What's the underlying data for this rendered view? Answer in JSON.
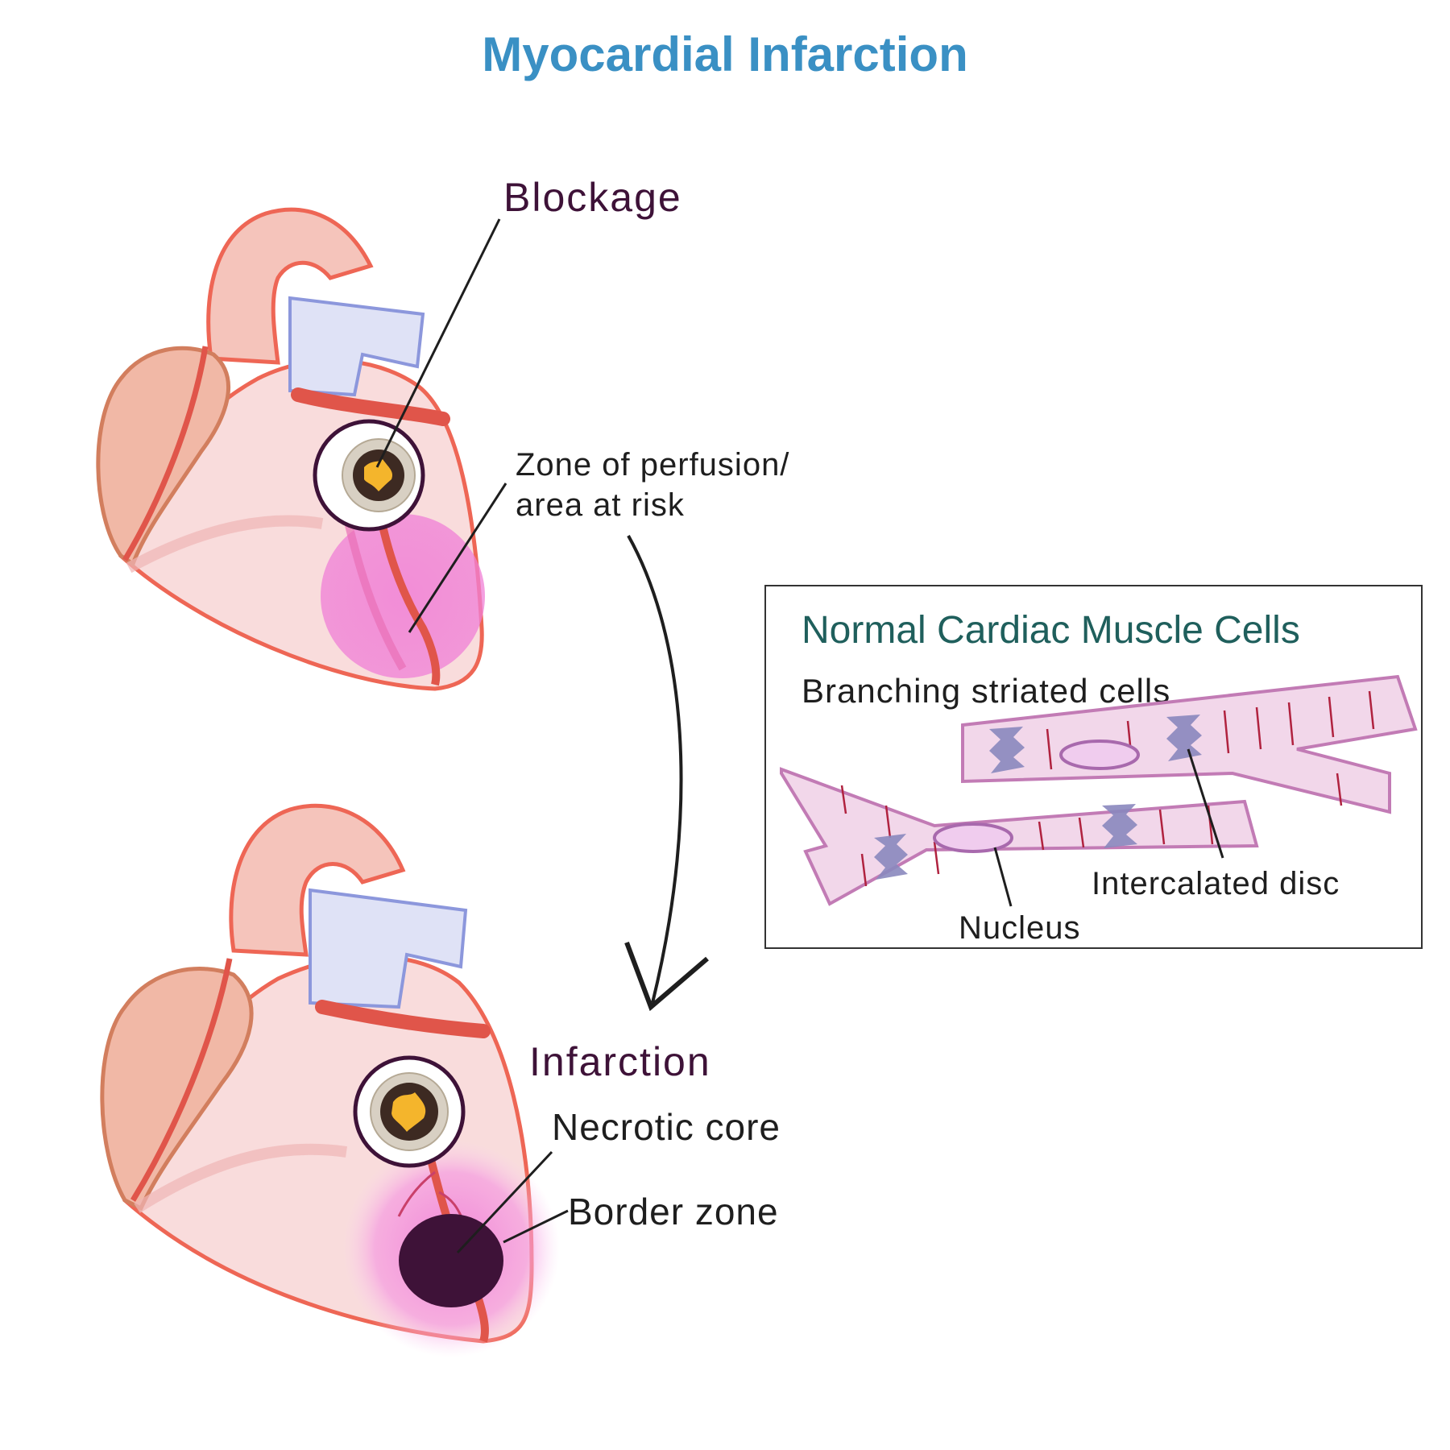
{
  "title": "Myocardial Infarction",
  "labels": {
    "blockage": "Blockage",
    "zone_line1": "Zone of perfusion/",
    "zone_line2": "area at risk",
    "infarction": "Infarction",
    "necrotic_core": "Necrotic core",
    "border_zone": "Border zone"
  },
  "inset": {
    "title": "Normal Cardiac Muscle Cells",
    "subtitle": "Branching striated cells",
    "intercalated_disc": "Intercalated disc",
    "nucleus": "Nucleus"
  },
  "colors": {
    "title": "#3a90c4",
    "heart_fill": "#f9dcdc",
    "heart_outline": "#ee6655",
    "artery": "#e0554a",
    "area_at_risk": "#f07fd6",
    "necrotic_core": "#3e1238",
    "cell_fill": "#f2d7ea",
    "cell_outline": "#c27bb5",
    "disc": "#8a88be"
  }
}
